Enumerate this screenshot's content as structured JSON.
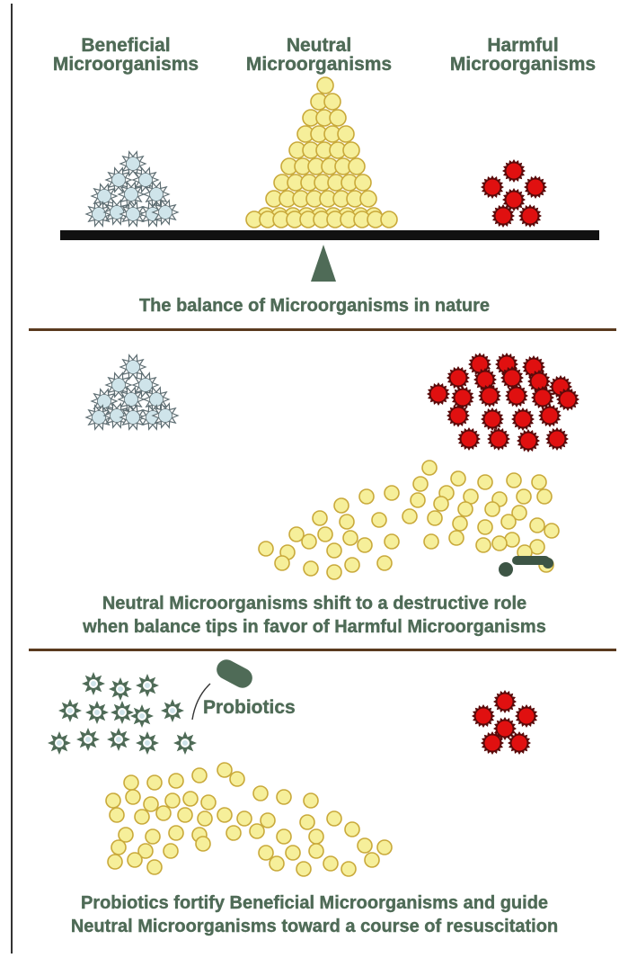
{
  "panel1": {
    "header_beneficial": "Beneficial\nMicroorganisms",
    "header_neutral": "Neutral\nMicroorganisms",
    "header_harmful": "Harmful\nMicroorganisms",
    "caption": "The balance of Microorganisms in nature"
  },
  "panel2": {
    "caption_line1": "Neutral Microorganisms shift to a destructive role",
    "caption_line2": "when balance tips in favor of Harmful Microorganisms"
  },
  "panel3": {
    "probiotics_label": "Probiotics",
    "caption_line1": "Probiotics fortify Beneficial Microorganisms and guide",
    "caption_line2": "Neutral Microorganisms toward a course of resuscitation"
  },
  "colors": {
    "text": "#4f6b57",
    "neutral_fill": "#f6ef9a",
    "neutral_stroke": "#c9a93a",
    "harmful_fill": "#e01010",
    "harmful_stroke": "#5a0a0a",
    "beneficial_fill": "#cfe4ea",
    "beneficial_stroke": "#5d6d72",
    "probiotic_fill": "#4f6b57",
    "divider": "#5a3a1e"
  }
}
